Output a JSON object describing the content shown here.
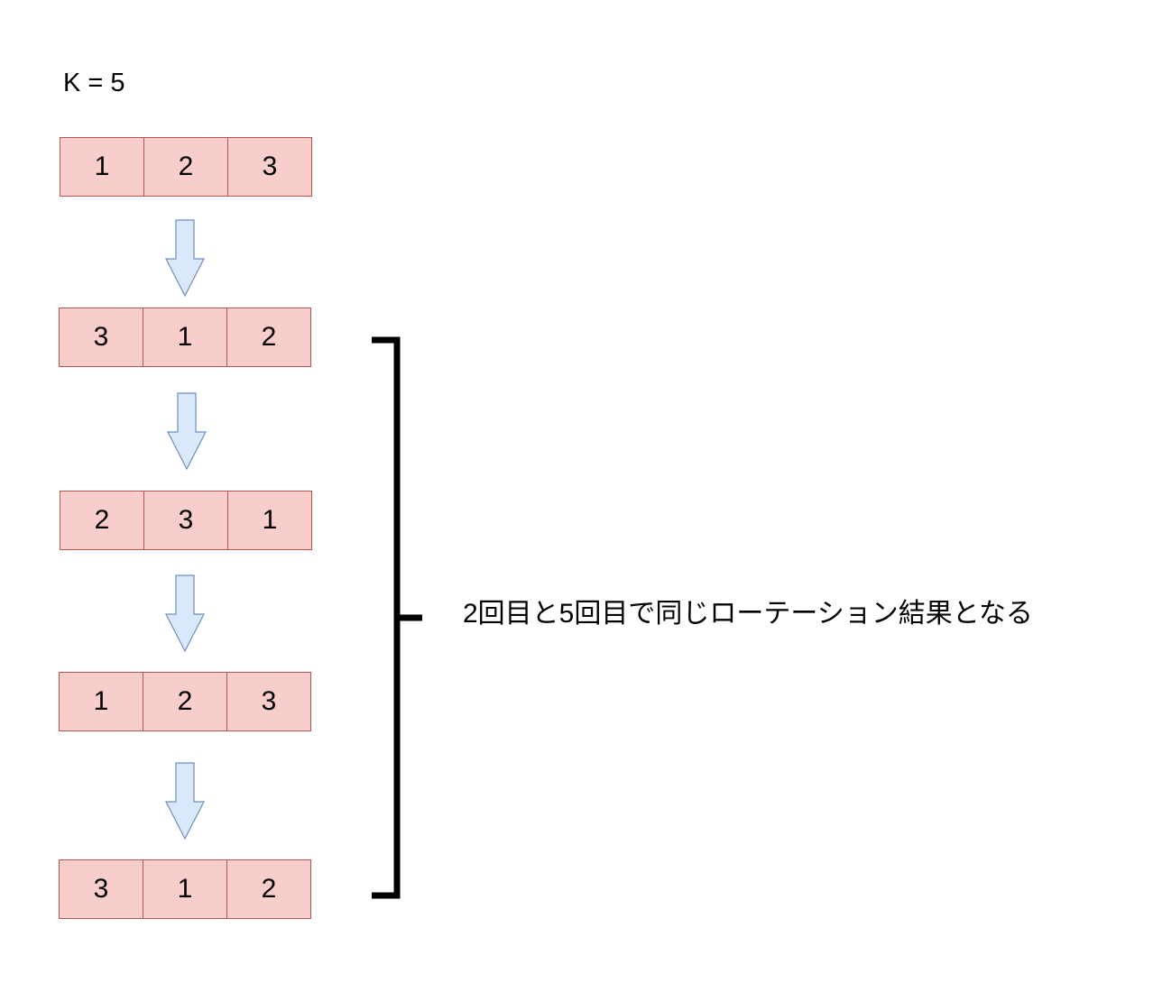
{
  "k_label": "K = 5",
  "rows": [
    {
      "cells": [
        "1",
        "2",
        "3"
      ]
    },
    {
      "cells": [
        "3",
        "1",
        "2"
      ]
    },
    {
      "cells": [
        "2",
        "3",
        "1"
      ]
    },
    {
      "cells": [
        "1",
        "2",
        "3"
      ]
    },
    {
      "cells": [
        "3",
        "1",
        "2"
      ]
    }
  ],
  "annotation": "2回目と5回目で同じローテーション結果となる",
  "colors": {
    "cell_fill": "#f8cecc",
    "cell_border": "#b85450",
    "arrow_fill": "#dae8fc",
    "arrow_stroke": "#6c8ebf",
    "bracket": "#000000"
  }
}
